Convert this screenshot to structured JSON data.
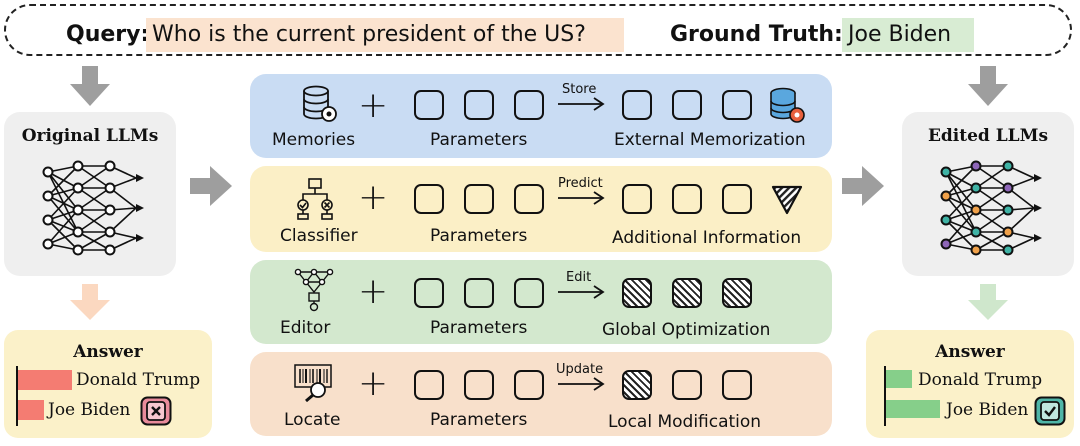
{
  "query": {
    "label": "Query:",
    "text": "Who is the current president of the US?",
    "truth_label": "Ground Truth:",
    "truth_text": "Joe Biden"
  },
  "original": {
    "title": "Original LLMs"
  },
  "edited": {
    "title": "Edited LLMs"
  },
  "methods": [
    {
      "source": "Memories",
      "params": "Parameters",
      "action": "Store",
      "result": "External Memorization",
      "color": "#c9dcf3"
    },
    {
      "source": "Classifier",
      "params": "Parameters",
      "action": "Predict",
      "result": "Additional Information",
      "color": "#fbefc6"
    },
    {
      "source": "Editor",
      "params": "Parameters",
      "action": "Edit",
      "result": "Global Optimization",
      "color": "#d3e8ce"
    },
    {
      "source": "Locate",
      "params": "Parameters",
      "action": "Update",
      "result": "Local Modification",
      "color": "#f8e0cb"
    }
  ],
  "answer_left": {
    "title": "Answer",
    "item1": "Donald Trump",
    "item2": "Joe Biden"
  },
  "answer_right": {
    "title": "Answer",
    "item1": "Donald Trump",
    "item2": "Joe Biden"
  },
  "colors": {
    "query_bg": "#fbe3cf",
    "truth_bg": "#d8ecd3",
    "wrong_bar": "#f47c72",
    "right_bar": "#86cf8a",
    "gray_arrow": "#9e9e9e",
    "orange_arrow": "#fbd8c0",
    "green_arrow": "#cfe7cc",
    "node_teal": "#3fb3a5",
    "node_orange": "#f0a14a",
    "node_purple": "#8e66b8"
  }
}
